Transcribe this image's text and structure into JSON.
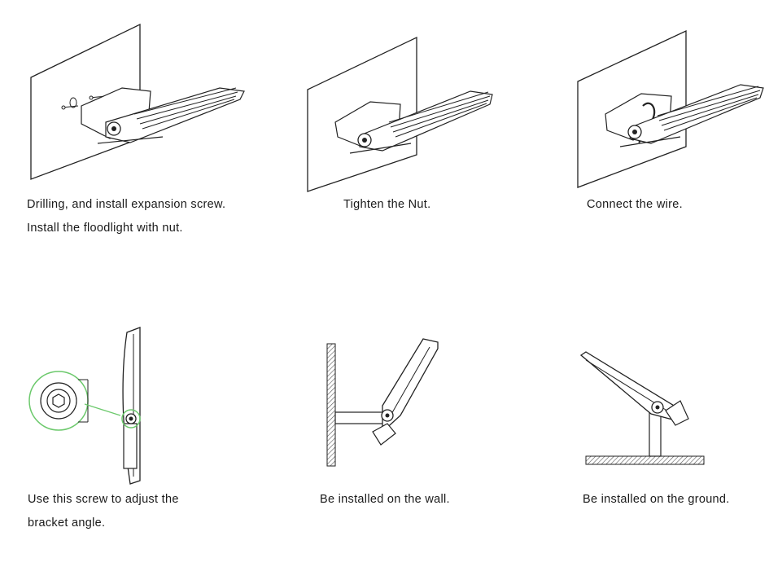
{
  "steps": [
    {
      "lines": [
        "Drilling, and install expansion screw.",
        "Install the floodlight with nut."
      ]
    },
    {
      "lines": [
        "Tighten the Nut."
      ]
    },
    {
      "lines": [
        "Connect the wire."
      ]
    },
    {
      "lines": [
        "Use this screw to adjust the",
        "bracket angle."
      ]
    },
    {
      "lines": [
        "Be installed on the wall."
      ]
    },
    {
      "lines": [
        "Be installed on the ground."
      ]
    }
  ],
  "colors": {
    "line": "#222222",
    "highlight": "#6cc96c",
    "fill": "#ffffff",
    "hatch": "#555555"
  }
}
